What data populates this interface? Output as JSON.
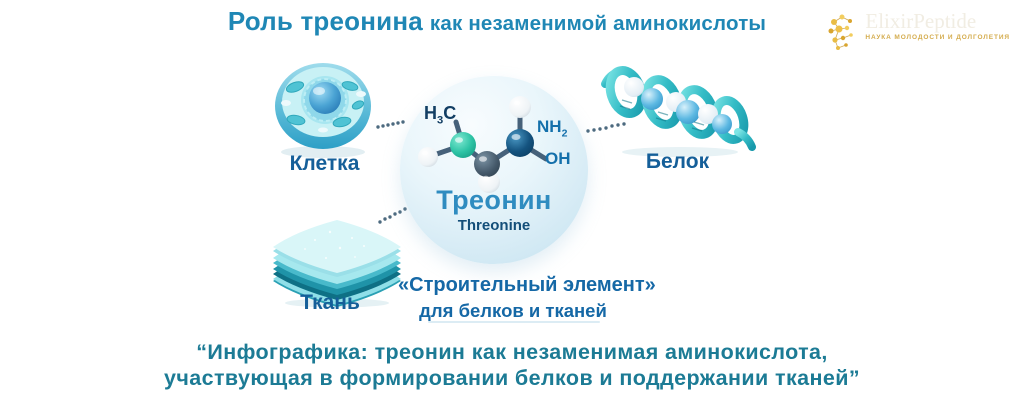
{
  "title": {
    "part1": "Роль треонина",
    "part2": "как незаменимой аминокислоты"
  },
  "logo": {
    "name": "ElixirPeptide",
    "tagline": "НАУКА МОЛОДОСТИ И ДОЛГОЛЕТИЯ"
  },
  "diagram": {
    "cell_label": "Клетка",
    "protein_label": "Белок",
    "tissue_label": "Ткань",
    "molecule": {
      "name_ru": "Треонин",
      "name_en": "Threonine",
      "group_h3c": [
        "H",
        "3",
        "C"
      ],
      "group_nh2": [
        "NH",
        "2"
      ],
      "group_oh": "OH"
    },
    "quote_line1": "«Строительный элемент»",
    "quote_line2": "для белков и тканей"
  },
  "caption": {
    "line1": "“Инфографика: треонин как незаменимая аминокислота,",
    "line2": "участвующая в формировании белков и поддержании тканей”"
  },
  "colors": {
    "title_blue": "#1f87b5",
    "label_navy": "#155f99",
    "molecule_name_blue": "#2f8cc0",
    "group_blue": "#1470ab",
    "caption_teal": "#1c7b95",
    "teal_accent": "#2fb9c6",
    "dark_teal": "#1e95ab",
    "circle_fill": "#d6ebf5",
    "gold": "#d9af3f",
    "atom_teal": "#2cc3a4",
    "atom_navy": "#14537f",
    "atom_gray": "#45596a"
  }
}
